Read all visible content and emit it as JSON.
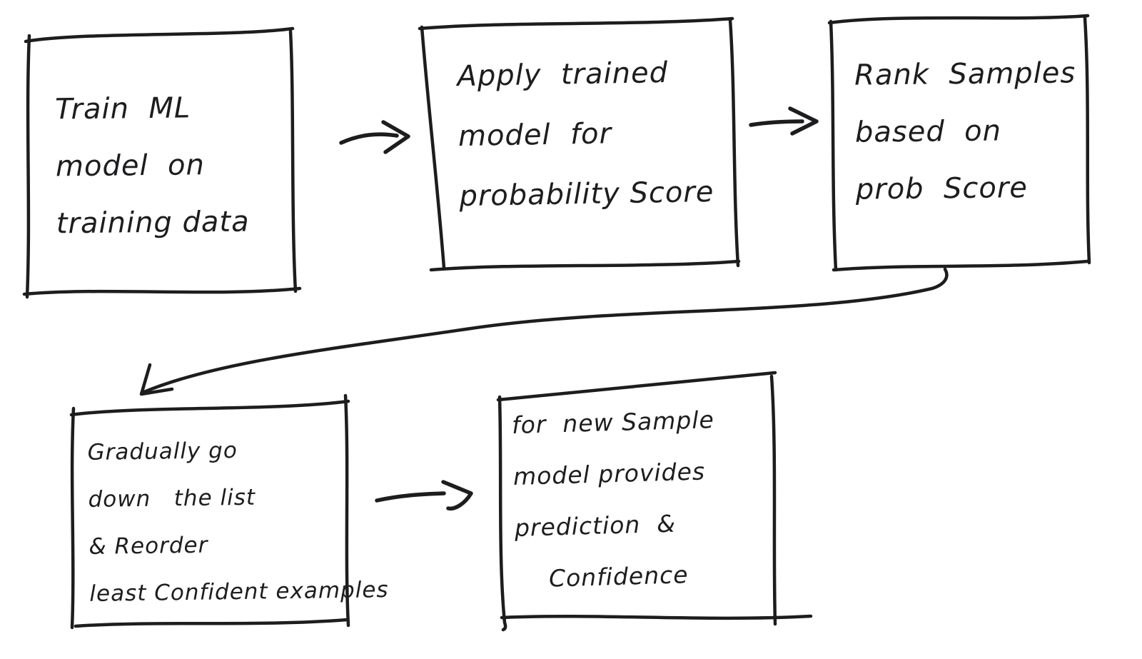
{
  "diagram": {
    "type": "flowchart",
    "style": "hand-drawn-sketch",
    "background_color": "#ffffff",
    "ink_color": "#1d1d1f",
    "nodes": [
      {
        "id": "train-model",
        "lines": [
          "Train  ML",
          "model  on",
          "training data"
        ]
      },
      {
        "id": "apply-model",
        "lines": [
          "Apply  trained",
          "model  for",
          "probability Score"
        ]
      },
      {
        "id": "rank-samples",
        "lines": [
          "Rank  Samples",
          "based  on",
          "prob  Score"
        ]
      },
      {
        "id": "reorder-list",
        "lines": [
          "Gradually go",
          "down   the list",
          "& Reorder",
          "least Confident examples"
        ]
      },
      {
        "id": "predict-confidence",
        "lines": [
          "for  new Sample",
          "model provides",
          "prediction  &",
          "    Confidence"
        ]
      }
    ],
    "edges": [
      {
        "from": "train-model",
        "to": "apply-model",
        "shape": "short straight arrow"
      },
      {
        "from": "apply-model",
        "to": "rank-samples",
        "shape": "short straight arrow"
      },
      {
        "from": "rank-samples",
        "to": "reorder-list",
        "shape": "long curved arrow sweeping down-left"
      },
      {
        "from": "reorder-list",
        "to": "predict-confidence",
        "shape": "short straight arrow"
      }
    ]
  }
}
